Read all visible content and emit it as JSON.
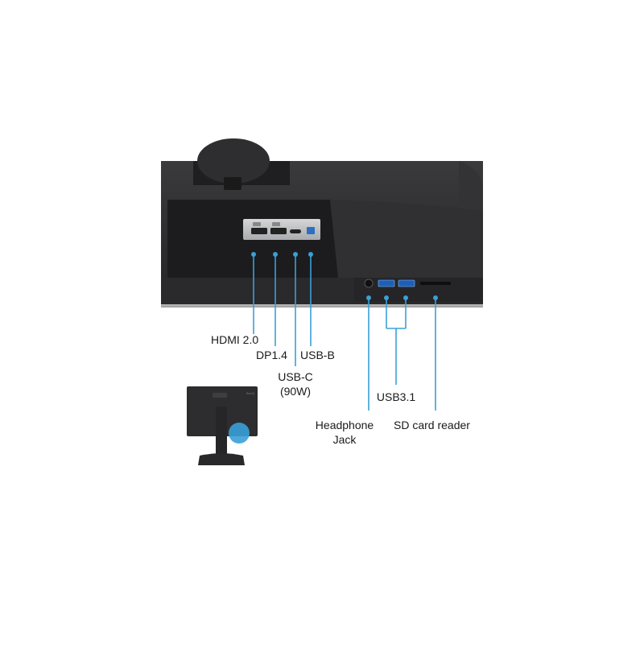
{
  "ports": [
    {
      "id": "hdmi",
      "label": "HDMI 2.0"
    },
    {
      "id": "dp",
      "label": "DP1.4"
    },
    {
      "id": "usbb",
      "label": "USB-B"
    },
    {
      "id": "usbc",
      "line1": "USB-C",
      "line2": "(90W)"
    },
    {
      "id": "usb31",
      "label": "USB3.1"
    },
    {
      "id": "headphone",
      "line1": "Headphone",
      "line2": "Jack"
    },
    {
      "id": "sd",
      "label": "SD card reader"
    }
  ],
  "colors": {
    "accent": "#3aa0d8",
    "monitor_body": "#2b2b2d",
    "port_panel": "#b9bbbe"
  },
  "inset": {
    "brand": "BenQ"
  }
}
